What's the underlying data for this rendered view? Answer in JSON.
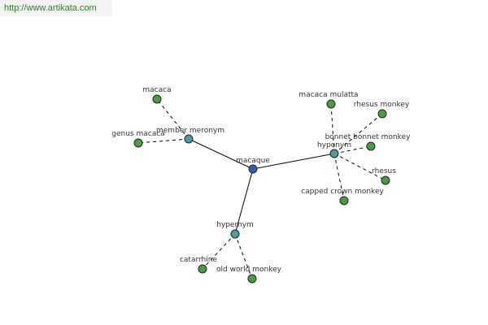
{
  "header": {
    "url": "http://www.artikata.com"
  },
  "colors": {
    "root": "#3b5ba5",
    "relation": "#4f9aa3",
    "leaf": "#4d9a46",
    "url_text": "#2e7d2e"
  },
  "graph": {
    "nodes": [
      {
        "id": "macaque",
        "label": "macaque",
        "kind": "root"
      },
      {
        "id": "member-meronym",
        "label": "member meronym",
        "kind": "relation"
      },
      {
        "id": "hypernym-right",
        "label": "hyponym",
        "kind": "relation"
      },
      {
        "id": "hypernym-bottom",
        "label": "hypernym",
        "kind": "relation"
      },
      {
        "id": "macaca",
        "label": "macaca",
        "kind": "leaf"
      },
      {
        "id": "genus-macaca",
        "label": "genus macaca",
        "kind": "leaf"
      },
      {
        "id": "macaca-mulatta",
        "label": "macaca mulatta",
        "kind": "leaf"
      },
      {
        "id": "rhesus-monkey",
        "label": "rhesus monkey",
        "kind": "leaf"
      },
      {
        "id": "bonnet-macaque",
        "label": "bonnet bonnet monkey",
        "kind": "leaf"
      },
      {
        "id": "rhesus",
        "label": "rhesus",
        "kind": "leaf"
      },
      {
        "id": "capped-crown-monkey",
        "label": "capped crown monkey",
        "kind": "leaf"
      },
      {
        "id": "catarrhine",
        "label": "catarrhine",
        "kind": "leaf"
      },
      {
        "id": "old-world-monkey",
        "label": "old world monkey",
        "kind": "leaf"
      }
    ],
    "edges": [
      {
        "from": "macaque",
        "to": "member-meronym",
        "style": "solid"
      },
      {
        "from": "macaque",
        "to": "hypernym-right",
        "style": "solid"
      },
      {
        "from": "macaque",
        "to": "hypernym-bottom",
        "style": "solid"
      },
      {
        "from": "member-meronym",
        "to": "macaca",
        "style": "dashed"
      },
      {
        "from": "member-meronym",
        "to": "genus-macaca",
        "style": "dashed"
      },
      {
        "from": "hypernym-right",
        "to": "macaca-mulatta",
        "style": "dashed"
      },
      {
        "from": "hypernym-right",
        "to": "rhesus-monkey",
        "style": "dashed"
      },
      {
        "from": "hypernym-right",
        "to": "bonnet-macaque",
        "style": "dashed"
      },
      {
        "from": "hypernym-right",
        "to": "rhesus",
        "style": "dashed"
      },
      {
        "from": "hypernym-right",
        "to": "capped-crown-monkey",
        "style": "dashed"
      },
      {
        "from": "hypernym-bottom",
        "to": "catarrhine",
        "style": "dashed"
      },
      {
        "from": "hypernym-bottom",
        "to": "old-world-monkey",
        "style": "dashed"
      }
    ]
  }
}
